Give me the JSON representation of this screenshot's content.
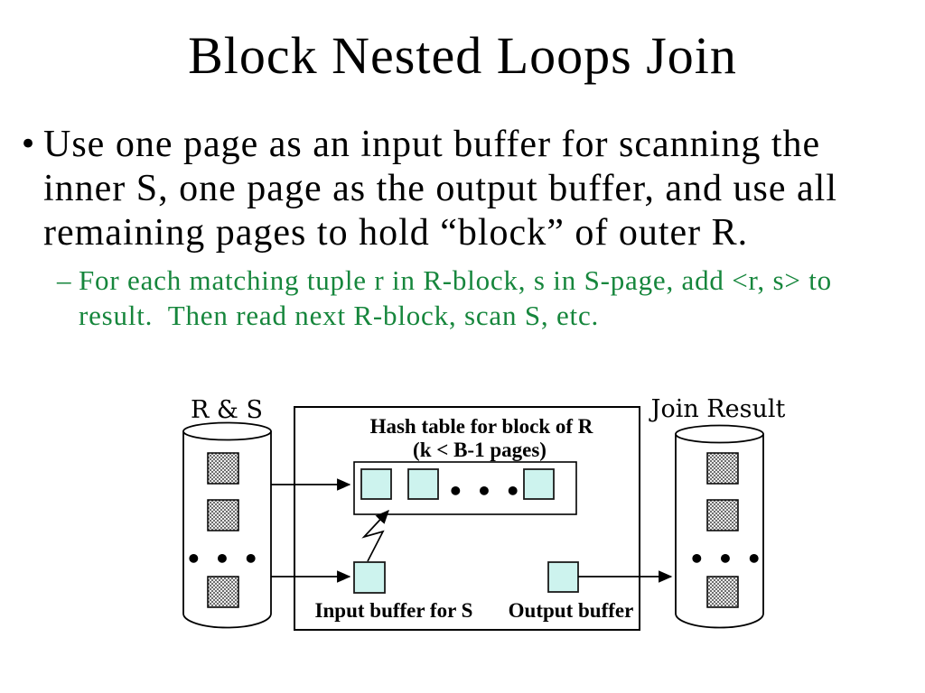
{
  "slide": {
    "title": "Block Nested Loops Join",
    "bullets": [
      {
        "marker": "•",
        "text": "Use one page as an input buffer for scanning the inner S, one page as the output buffer, and use all remaining pages to hold “block” of outer R."
      }
    ],
    "sub_bullet": {
      "marker": "–",
      "text": "For each matching tuple r in R-block, s in S-page, add <r, s> to result.  Then read next R-block, scan S, etc."
    }
  },
  "diagram": {
    "left_cylinder_label": "R & S",
    "right_cylinder_label": "Join Result",
    "hash_table_title": "Hash table for block of R",
    "hash_table_subtitle": "(k < B-1 pages)",
    "input_buffer_label": "Input buffer for S",
    "output_buffer_label": "Output buffer",
    "ellipsis": "• • •"
  },
  "colors": {
    "text": "#000000",
    "sub_bullet_green": "#16863c",
    "buffer_fill": "#cdf3ee",
    "line": "#000000"
  }
}
